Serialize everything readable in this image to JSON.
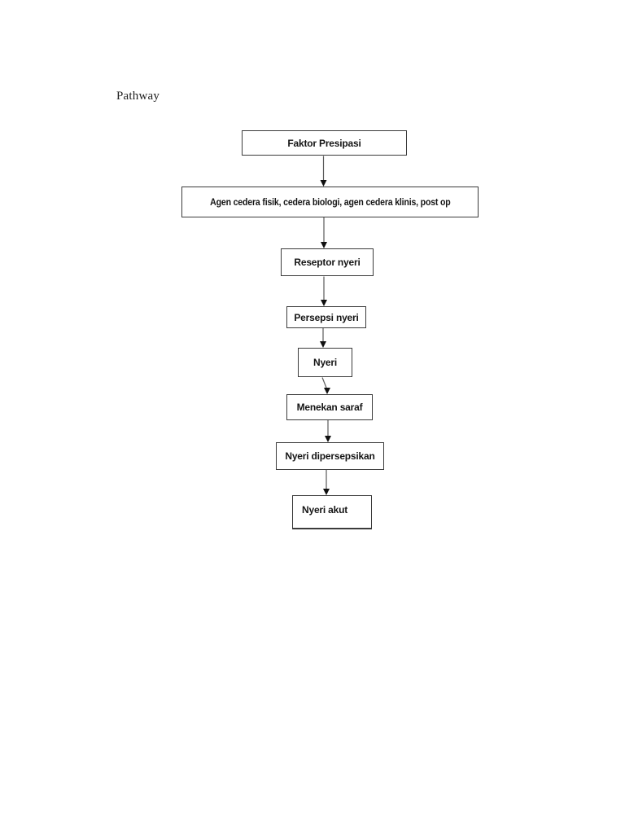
{
  "page": {
    "title": "Pathway"
  },
  "diagram": {
    "type": "flowchart",
    "direction": "top-down",
    "nodes": [
      {
        "id": "faktor-presipasi",
        "label": "Faktor Presipasi"
      },
      {
        "id": "agen-cedera",
        "label": "Agen cedera fisik, cedera biologi, agen cedera klinis, post op"
      },
      {
        "id": "reseptor-nyeri",
        "label": "Reseptor nyeri"
      },
      {
        "id": "persepsi-nyeri",
        "label": "Persepsi nyeri"
      },
      {
        "id": "nyeri",
        "label": "Nyeri"
      },
      {
        "id": "menekan-saraf",
        "label": "Menekan saraf"
      },
      {
        "id": "nyeri-dipersepsikan",
        "label": "Nyeri dipersepsikan"
      },
      {
        "id": "nyeri-akut",
        "label": "Nyeri akut"
      }
    ],
    "edges": [
      {
        "from": "faktor-presipasi",
        "to": "agen-cedera"
      },
      {
        "from": "agen-cedera",
        "to": "reseptor-nyeri"
      },
      {
        "from": "reseptor-nyeri",
        "to": "persepsi-nyeri"
      },
      {
        "from": "persepsi-nyeri",
        "to": "nyeri"
      },
      {
        "from": "nyeri",
        "to": "menekan-saraf"
      },
      {
        "from": "menekan-saraf",
        "to": "nyeri-dipersepsikan"
      },
      {
        "from": "nyeri-dipersepsikan",
        "to": "nyeri-akut"
      }
    ],
    "colors": {
      "background": "#ffffff",
      "node_border": "#3b3b3b",
      "node_text": "#151515",
      "arrow_line": "#5a5a5a",
      "arrow_head": "#101010"
    }
  }
}
